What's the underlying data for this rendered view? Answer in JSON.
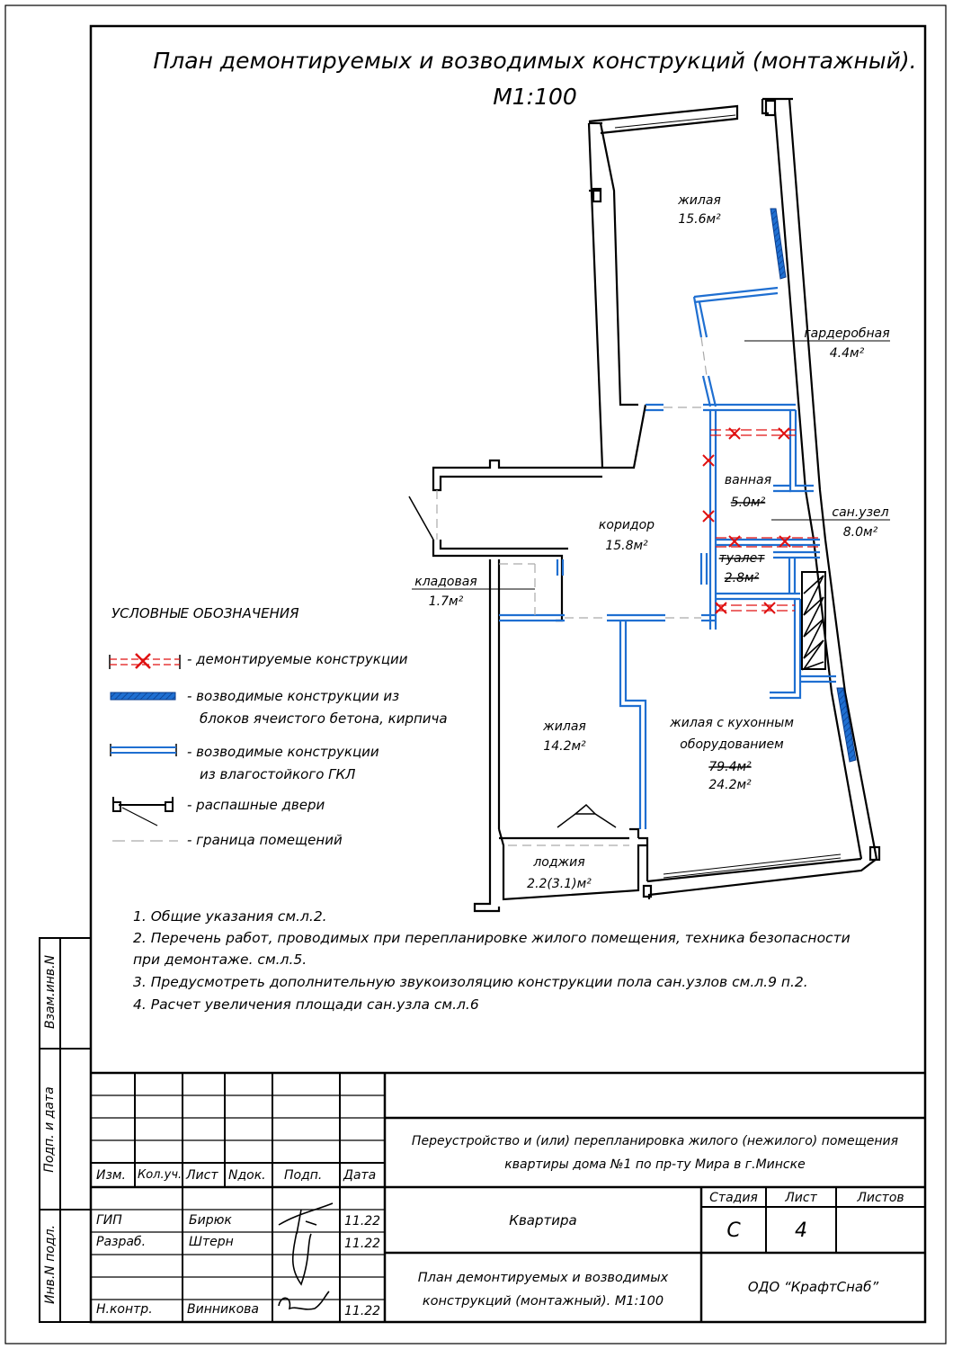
{
  "title": {
    "line1": "План демонтируемых и возводимых конструкций (монтажный).",
    "line2": "М1:100"
  },
  "rooms": {
    "living_top": {
      "name": "жилая",
      "area": "15.6м²"
    },
    "wardrobe": {
      "name": "гардеробная",
      "area": "4.4м²"
    },
    "bath": {
      "name": "ванная",
      "area": "5.0м²"
    },
    "wc_combined": {
      "name": "сан.узел",
      "area": "8.0м²"
    },
    "toilet": {
      "name": "туалет",
      "area": "2.8м²"
    },
    "corridor": {
      "name": "коридор",
      "area": "15.8м²"
    },
    "storage": {
      "name": "кладовая",
      "area": "1.7м²"
    },
    "living_bottom": {
      "name": "жилая",
      "area": "14.2м²"
    },
    "kitchen_living": {
      "name_line1": "жилая с кухонным",
      "name_line2": "оборудованием",
      "area_old": "79.4м²",
      "area_new": "24.2м²"
    },
    "loggia": {
      "name": "лоджия",
      "area": "2.2(3.1)м²"
    }
  },
  "legend": {
    "heading": "УСЛОВНЫЕ ОБОЗНАЧЕНИЯ",
    "items": [
      {
        "line1": "- демонтируемые конструкции",
        "line2": ""
      },
      {
        "line1": "- возводимые конструкции из",
        "line2": "блоков ячеистого бетона, кирпича"
      },
      {
        "line1": "- возводимые конструкции",
        "line2": "из влагостойкого ГКЛ"
      },
      {
        "line1": "- распашные двери",
        "line2": ""
      },
      {
        "line1": "- граница помещений",
        "line2": ""
      }
    ]
  },
  "notes": [
    "1. Общие указания см.л.2.",
    "2. Перечень работ, проводимых при перепланировке жилого помещения, техника безопасности",
    "при демонтаже. см.л.5.",
    "3. Предусмотреть дополнительную звукоизоляцию конструкции пола сан.узлов см.л.9 п.2.",
    "4. Расчет увеличения площади сан.узла см.л.6"
  ],
  "side_stamps": {
    "vzam": "Взам.инв.N",
    "podp": "Подп. и дата",
    "inv": "Инв.N подл."
  },
  "title_block": {
    "headers": [
      "Изм.",
      "Кол.уч.",
      "Лист",
      "Nдок.",
      "Подп.",
      "Дата"
    ],
    "rows": [
      {
        "role": "ГИП",
        "name": "Бирюк",
        "date": "11.22"
      },
      {
        "role": "Разраб.",
        "name": "Штерн",
        "date": "11.22"
      },
      {
        "role": "",
        "name": "",
        "date": ""
      },
      {
        "role": "Н.контр.",
        "name": "Винникова",
        "date": "11.22"
      }
    ],
    "project_line1": "Переустройство и (или) перепланировка жилого (нежилого) помещения",
    "project_line2": "квартиры дома №1 по пр-ту Мира в г.Минске",
    "object": "Квартира",
    "stage_label": "Стадия",
    "sheet_label": "Лист",
    "sheets_label": "Листов",
    "stage_value": "С",
    "sheet_value": "4",
    "sheets_value": "",
    "drawing_line1": "План демонтируемых и возводимых",
    "drawing_line2": "конструкций (монтажный). М1:100",
    "organization": "ОДО “КрафтСнаб”"
  },
  "colors": {
    "wall": "#000000",
    "new_wall": "#1f6fd1",
    "demolish": "#e01010",
    "boundary": "#aaaaaa"
  }
}
